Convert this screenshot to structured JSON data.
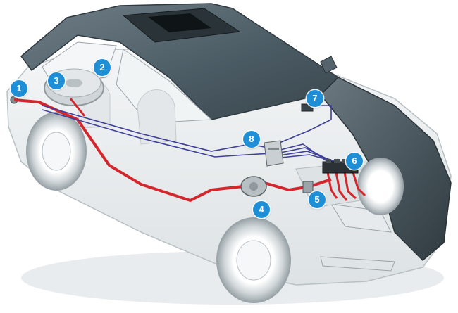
{
  "diagram": {
    "colors": {
      "body_shell": "#4a5a63",
      "body_glass": "#eef1f2",
      "gas_line": "#d4262d",
      "signal_wire": "#3f3f9a",
      "marker": "#1e8fd6"
    },
    "markers": [
      {
        "id": "m1",
        "label": "1"
      },
      {
        "id": "m2",
        "label": "2"
      },
      {
        "id": "m3",
        "label": "3"
      },
      {
        "id": "m4",
        "label": "4"
      },
      {
        "id": "m5",
        "label": "5"
      },
      {
        "id": "m6",
        "label": "6"
      },
      {
        "id": "m7",
        "label": "7"
      },
      {
        "id": "m8",
        "label": "8"
      }
    ]
  }
}
